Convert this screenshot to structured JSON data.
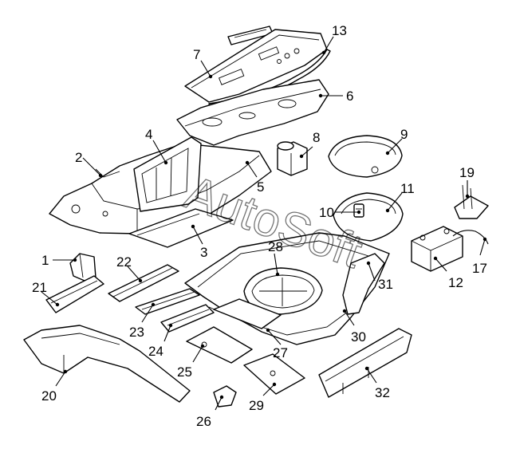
{
  "watermark": "AutoSoft",
  "callouts": [
    {
      "label": "1"
    },
    {
      "label": "2"
    },
    {
      "label": "3"
    },
    {
      "label": "4"
    },
    {
      "label": "5"
    },
    {
      "label": "6"
    },
    {
      "label": "7"
    },
    {
      "label": "8"
    },
    {
      "label": "9"
    },
    {
      "label": "10"
    },
    {
      "label": "11"
    },
    {
      "label": "12"
    },
    {
      "label": "13"
    },
    {
      "label": "17"
    },
    {
      "label": "19"
    },
    {
      "label": "20"
    },
    {
      "label": "21"
    },
    {
      "label": "22"
    },
    {
      "label": "23"
    },
    {
      "label": "24"
    },
    {
      "label": "25"
    },
    {
      "label": "26"
    },
    {
      "label": "27"
    },
    {
      "label": "28"
    },
    {
      "label": "29"
    },
    {
      "label": "30"
    },
    {
      "label": "31"
    },
    {
      "label": "32"
    }
  ]
}
